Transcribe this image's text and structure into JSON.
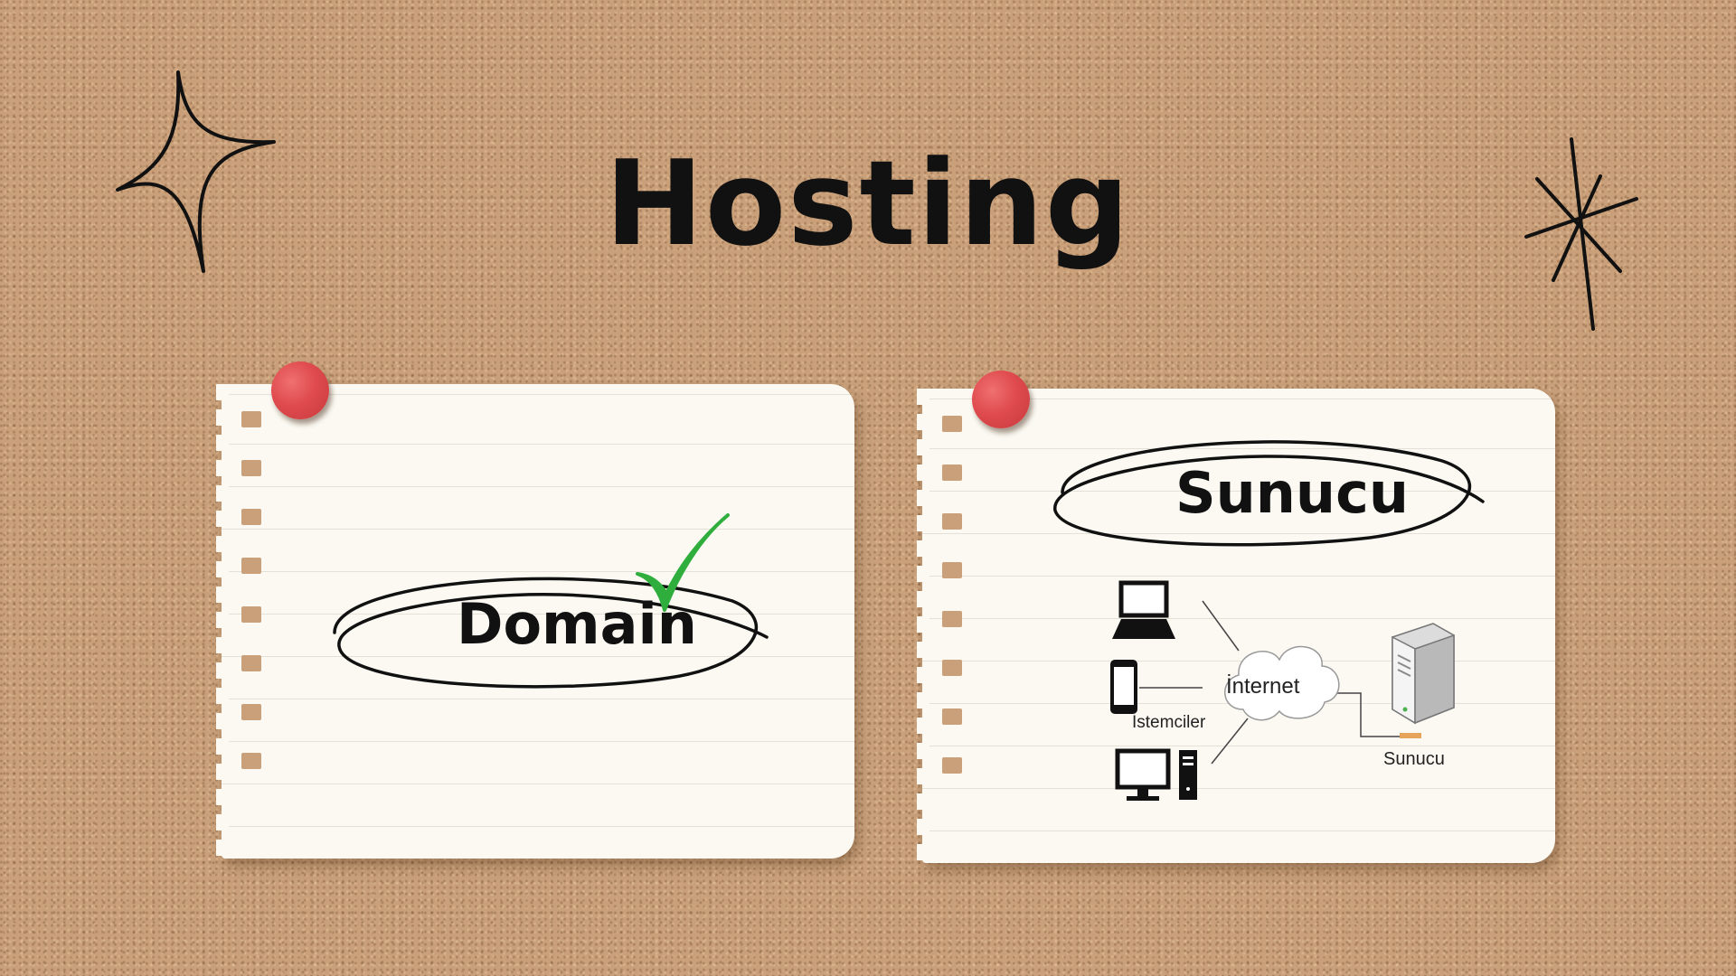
{
  "title": "Hosting",
  "notes": {
    "left": {
      "label": "Domain"
    },
    "right": {
      "label": "Sunucu",
      "diagram": {
        "cloud_label": "İnternet",
        "clients_label": "İstemciler",
        "server_label": "Sunucu"
      }
    }
  },
  "icons": [
    "sparkle-icon",
    "star-icon",
    "checkmark-icon",
    "laptop-icon",
    "phone-icon",
    "desktop-icon",
    "tower-icon",
    "cloud-icon",
    "server-icon"
  ],
  "colors": {
    "pin": "#df4b4e",
    "check": "#2fae3d",
    "paper": "#fbf9f2",
    "cork": "#c9a07a"
  }
}
